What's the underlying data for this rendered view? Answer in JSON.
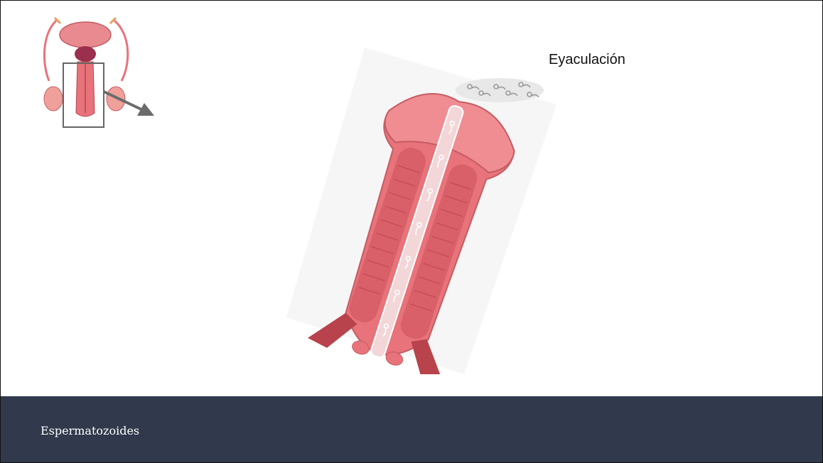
{
  "slide": {
    "annotation": "Eyaculación",
    "footer_text": "Espermatozoides"
  },
  "icons": {
    "thumbnail": "male-reproductive-system-icon",
    "arrow": "arrow-icon",
    "main": "penis-cross-section-illustration"
  },
  "colors": {
    "footer_bg": "#313a4c",
    "footer_text": "#ffffff",
    "tissue": "#e8737a",
    "tissue_dark": "#b8434c",
    "arrow": "#6b6b6b"
  }
}
